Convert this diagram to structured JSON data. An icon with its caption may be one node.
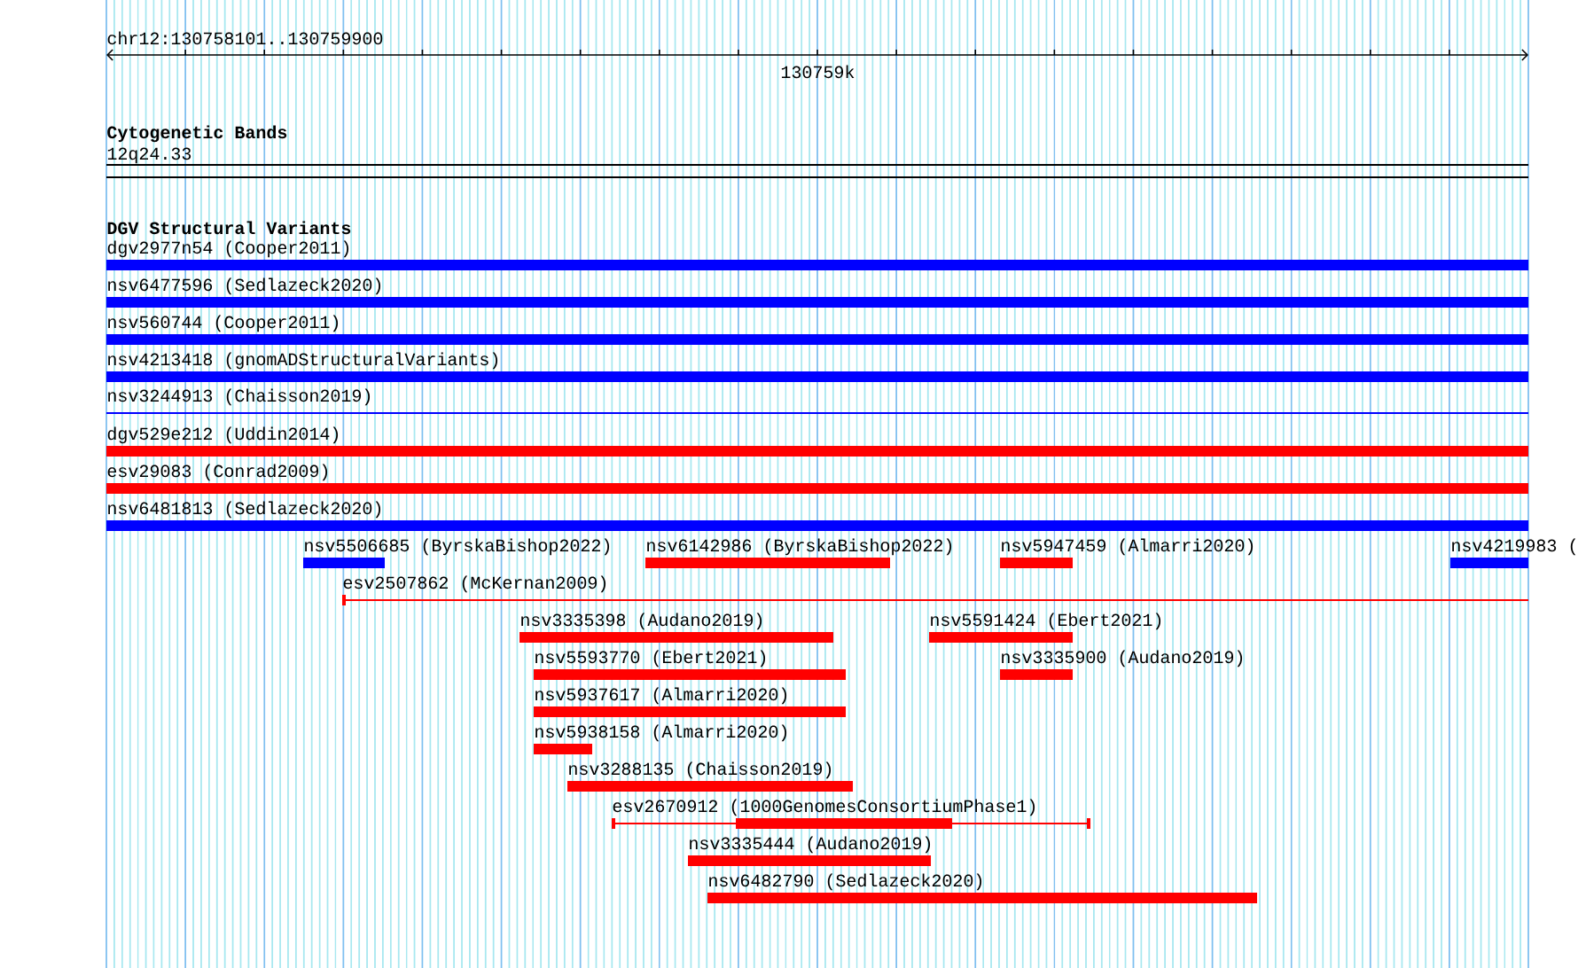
{
  "diagram": {
    "nodes": [
      {
        "text": [
          "dgv2977n54 (Cooper2011)"
        ]
      },
      {
        "text": [
          "nsv6477596 (Sedlazeck2020)"
        ]
      },
      {
        "text": [
          "nsv560744 (Cooper2011)"
        ]
      },
      {
        "text": [
          "nsv4213418 (gnomADStructuralVariants)"
        ]
      },
      {
        "text": [
          "nsv3244913 (Chaisson2019)"
        ]
      },
      {
        "text": [
          "dgv529e212 (Uddin2014)"
        ]
      },
      {
        "text": [
          "esv29083 (Conrad2009)"
        ]
      },
      {
        "text": [
          "nsv6481813 (Sedlazeck2020)"
        ]
      },
      {
        "text": [
          "nsv5506685 (ByrskaBishop2022)"
        ]
      },
      {
        "text": [
          "nsv6142986 (ByrskaBishop2022)"
        ]
      },
      {
        "text": [
          "nsv5947459 (Almarri2020)"
        ]
      },
      {
        "text": [
          "nsv4219983 ("
        ]
      },
      {
        "text": [
          "esv2507862 (McKernan2009)"
        ]
      },
      {
        "text": [
          "nsv3335398 (Audano2019)"
        ]
      },
      {
        "text": [
          "nsv5591424 (Ebert2021)"
        ]
      },
      {
        "text": [
          "nsv5593770 (Ebert2021)"
        ]
      },
      {
        "text": [
          "nsv3335900 (Audano2019)"
        ]
      },
      {
        "text": [
          "nsv5937617 (Almarri2020)"
        ]
      },
      {
        "text": [
          "nsv5938158 (Almarri2020)"
        ]
      },
      {
        "text": [
          "nsv3288135 (Chaisson2019)"
        ]
      },
      {
        "text": [
          "esv2670912 (1000GenomesConsortiumPhase1)"
        ]
      },
      {
        "text": [
          "nsv3335444 (Audano2019)"
        ]
      },
      {
        "text": [
          "nsv6482790 (Sedlazeck2020)"
        ]
      }
    ],
    "labels": [
      "chr12:130758101..130759900",
      "130759k",
      "Cytogenetic Bands",
      "12q24.33",
      "DGV Structural Variants"
    ]
  }
}
